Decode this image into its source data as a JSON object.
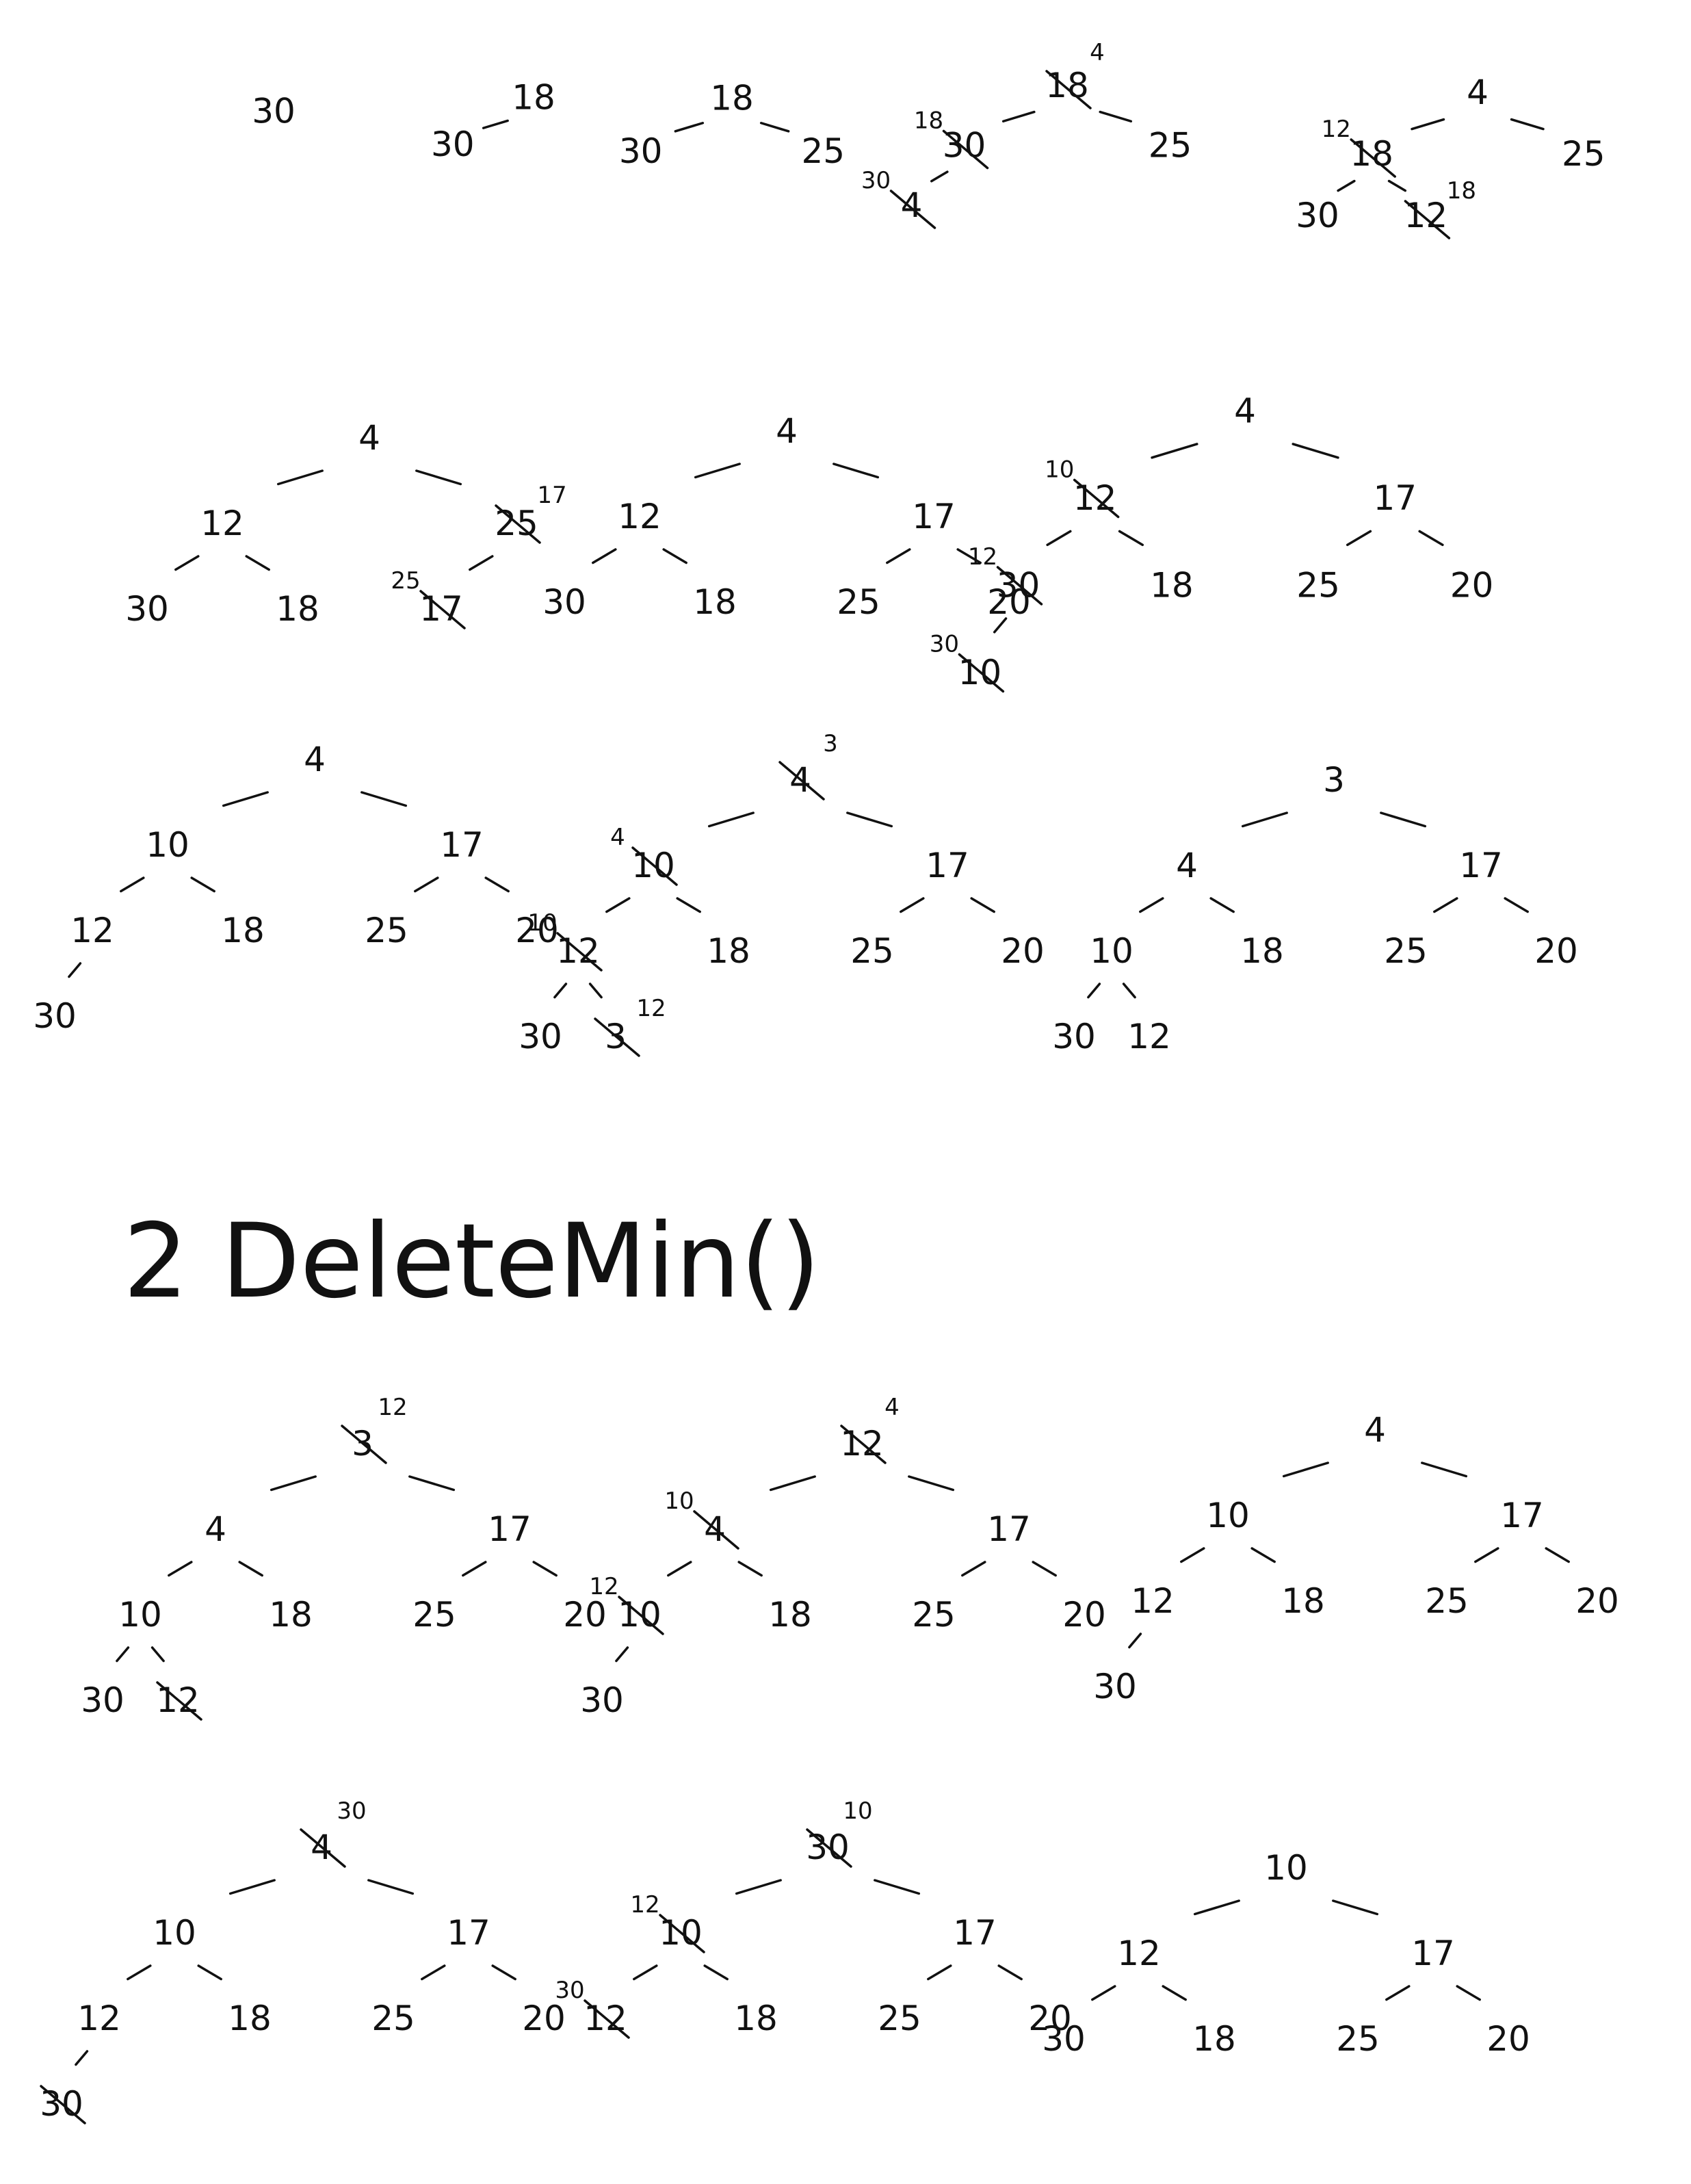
{
  "heading": "2 DeleteMin()",
  "insert_trees": [
    {
      "nodes": [
        {
          "id": "a",
          "label": "30"
        }
      ]
    },
    {
      "nodes": [
        {
          "id": "a",
          "label": "18"
        },
        {
          "id": "b",
          "label": "30",
          "parent": "a"
        }
      ]
    },
    {
      "nodes": [
        {
          "id": "a",
          "label": "18"
        },
        {
          "id": "b",
          "label": "30",
          "parent": "a"
        },
        {
          "id": "c",
          "label": "25",
          "parent": "a"
        }
      ]
    },
    {
      "nodes": [
        {
          "id": "a",
          "label": "18",
          "struck": true,
          "note": "4"
        },
        {
          "id": "b",
          "label": "30",
          "struck": true,
          "note": "18",
          "parent": "a"
        },
        {
          "id": "c",
          "label": "25",
          "parent": "a"
        },
        {
          "id": "d",
          "label": "4",
          "struck": true,
          "note": "30",
          "parent": "b"
        }
      ]
    },
    {
      "nodes": [
        {
          "id": "a",
          "label": "4"
        },
        {
          "id": "b",
          "label": "18",
          "struck": true,
          "note": "12",
          "parent": "a"
        },
        {
          "id": "c",
          "label": "25",
          "parent": "a"
        },
        {
          "id": "d",
          "label": "30",
          "parent": "b"
        },
        {
          "id": "e",
          "label": "12",
          "struck": true,
          "note": "18",
          "parent": "b"
        }
      ]
    },
    {
      "nodes": [
        {
          "id": "a",
          "label": "4"
        },
        {
          "id": "b",
          "label": "12",
          "parent": "a"
        },
        {
          "id": "c",
          "label": "25",
          "struck": true,
          "note": "17",
          "parent": "a"
        },
        {
          "id": "d",
          "label": "30",
          "parent": "b"
        },
        {
          "id": "e",
          "label": "18",
          "parent": "b"
        },
        {
          "id": "f",
          "label": "17",
          "struck": true,
          "note": "25",
          "parent": "c"
        }
      ]
    },
    {
      "nodes": [
        {
          "id": "a",
          "label": "4"
        },
        {
          "id": "b",
          "label": "12",
          "parent": "a"
        },
        {
          "id": "c",
          "label": "17",
          "parent": "a"
        },
        {
          "id": "d",
          "label": "30",
          "parent": "b"
        },
        {
          "id": "e",
          "label": "18",
          "parent": "b"
        },
        {
          "id": "f",
          "label": "25",
          "parent": "c"
        },
        {
          "id": "g",
          "label": "20",
          "parent": "c"
        }
      ]
    },
    {
      "nodes": [
        {
          "id": "a",
          "label": "4"
        },
        {
          "id": "b",
          "label": "12",
          "struck": true,
          "note": "10",
          "parent": "a"
        },
        {
          "id": "c",
          "label": "17",
          "parent": "a"
        },
        {
          "id": "d",
          "label": "30",
          "struck": true,
          "note": "12",
          "parent": "b"
        },
        {
          "id": "e",
          "label": "18",
          "parent": "b"
        },
        {
          "id": "f",
          "label": "25",
          "parent": "c"
        },
        {
          "id": "g",
          "label": "20",
          "parent": "c"
        },
        {
          "id": "h",
          "label": "10",
          "struck": true,
          "note": "30",
          "parent": "d"
        }
      ]
    },
    {
      "nodes": [
        {
          "id": "a",
          "label": "4"
        },
        {
          "id": "b",
          "label": "10",
          "parent": "a"
        },
        {
          "id": "c",
          "label": "17",
          "parent": "a"
        },
        {
          "id": "d",
          "label": "12",
          "parent": "b"
        },
        {
          "id": "e",
          "label": "18",
          "parent": "b"
        },
        {
          "id": "f",
          "label": "25",
          "parent": "c"
        },
        {
          "id": "g",
          "label": "20",
          "parent": "c"
        },
        {
          "id": "h",
          "label": "30",
          "parent": "d"
        }
      ]
    },
    {
      "nodes": [
        {
          "id": "a",
          "label": "4",
          "struck": true,
          "note": "3"
        },
        {
          "id": "b",
          "label": "10",
          "struck": true,
          "note": "4",
          "parent": "a"
        },
        {
          "id": "c",
          "label": "17",
          "parent": "a"
        },
        {
          "id": "d",
          "label": "12",
          "struck": true,
          "note": "10",
          "parent": "b"
        },
        {
          "id": "e",
          "label": "18",
          "parent": "b"
        },
        {
          "id": "f",
          "label": "25",
          "parent": "c"
        },
        {
          "id": "g",
          "label": "20",
          "parent": "c"
        },
        {
          "id": "h",
          "label": "30",
          "parent": "d"
        },
        {
          "id": "i",
          "label": "3",
          "struck": true,
          "note": "12",
          "parent": "d"
        }
      ]
    },
    {
      "nodes": [
        {
          "id": "a",
          "label": "3"
        },
        {
          "id": "b",
          "label": "4",
          "parent": "a"
        },
        {
          "id": "c",
          "label": "17",
          "parent": "a"
        },
        {
          "id": "d",
          "label": "10",
          "parent": "b"
        },
        {
          "id": "e",
          "label": "18",
          "parent": "b"
        },
        {
          "id": "f",
          "label": "25",
          "parent": "c"
        },
        {
          "id": "g",
          "label": "20",
          "parent": "c"
        },
        {
          "id": "h",
          "label": "30",
          "parent": "d"
        },
        {
          "id": "i",
          "label": "12",
          "parent": "d"
        }
      ]
    }
  ],
  "delete_trees": [
    {
      "nodes": [
        {
          "id": "a",
          "label": "3",
          "struck": true,
          "note": "12"
        },
        {
          "id": "b",
          "label": "4",
          "parent": "a"
        },
        {
          "id": "c",
          "label": "17",
          "parent": "a"
        },
        {
          "id": "d",
          "label": "10",
          "parent": "b"
        },
        {
          "id": "e",
          "label": "18",
          "parent": "b"
        },
        {
          "id": "f",
          "label": "25",
          "parent": "c"
        },
        {
          "id": "g",
          "label": "20",
          "parent": "c"
        },
        {
          "id": "h",
          "label": "30",
          "parent": "d"
        },
        {
          "id": "i",
          "label": "12",
          "struck": true,
          "parent": "d"
        }
      ]
    },
    {
      "nodes": [
        {
          "id": "a",
          "label": "12",
          "struck": true,
          "note": "4"
        },
        {
          "id": "b",
          "label": "4",
          "struck": true,
          "note": "10",
          "parent": "a"
        },
        {
          "id": "c",
          "label": "17",
          "parent": "a"
        },
        {
          "id": "d",
          "label": "10",
          "struck": true,
          "note": "12",
          "parent": "b"
        },
        {
          "id": "e",
          "label": "18",
          "parent": "b"
        },
        {
          "id": "f",
          "label": "25",
          "parent": "c"
        },
        {
          "id": "g",
          "label": "20",
          "parent": "c"
        },
        {
          "id": "h",
          "label": "30",
          "parent": "d"
        }
      ]
    },
    {
      "nodes": [
        {
          "id": "a",
          "label": "4"
        },
        {
          "id": "b",
          "label": "10",
          "parent": "a"
        },
        {
          "id": "c",
          "label": "17",
          "parent": "a"
        },
        {
          "id": "d",
          "label": "12",
          "parent": "b"
        },
        {
          "id": "e",
          "label": "18",
          "parent": "b"
        },
        {
          "id": "f",
          "label": "25",
          "parent": "c"
        },
        {
          "id": "g",
          "label": "20",
          "parent": "c"
        },
        {
          "id": "h",
          "label": "30",
          "parent": "d"
        }
      ]
    },
    {
      "nodes": [
        {
          "id": "a",
          "label": "4",
          "struck": true,
          "note": "30"
        },
        {
          "id": "b",
          "label": "10",
          "parent": "a"
        },
        {
          "id": "c",
          "label": "17",
          "parent": "a"
        },
        {
          "id": "d",
          "label": "12",
          "parent": "b"
        },
        {
          "id": "e",
          "label": "18",
          "parent": "b"
        },
        {
          "id": "f",
          "label": "25",
          "parent": "c"
        },
        {
          "id": "g",
          "label": "20",
          "parent": "c"
        },
        {
          "id": "h",
          "label": "30",
          "struck": true,
          "parent": "d"
        }
      ]
    },
    {
      "nodes": [
        {
          "id": "a",
          "label": "30",
          "struck": true,
          "note": "10"
        },
        {
          "id": "b",
          "label": "10",
          "struck": true,
          "note": "12",
          "parent": "a"
        },
        {
          "id": "c",
          "label": "17",
          "parent": "a"
        },
        {
          "id": "d",
          "label": "12",
          "struck": true,
          "note": "30",
          "parent": "b"
        },
        {
          "id": "e",
          "label": "18",
          "parent": "b"
        },
        {
          "id": "f",
          "label": "25",
          "parent": "c"
        },
        {
          "id": "g",
          "label": "20",
          "parent": "c"
        }
      ]
    },
    {
      "nodes": [
        {
          "id": "a",
          "label": "10"
        },
        {
          "id": "b",
          "label": "12",
          "parent": "a"
        },
        {
          "id": "c",
          "label": "17",
          "parent": "a"
        },
        {
          "id": "d",
          "label": "30",
          "parent": "b"
        },
        {
          "id": "e",
          "label": "18",
          "parent": "b"
        },
        {
          "id": "f",
          "label": "25",
          "parent": "c"
        },
        {
          "id": "g",
          "label": "20",
          "parent": "c"
        }
      ]
    }
  ]
}
